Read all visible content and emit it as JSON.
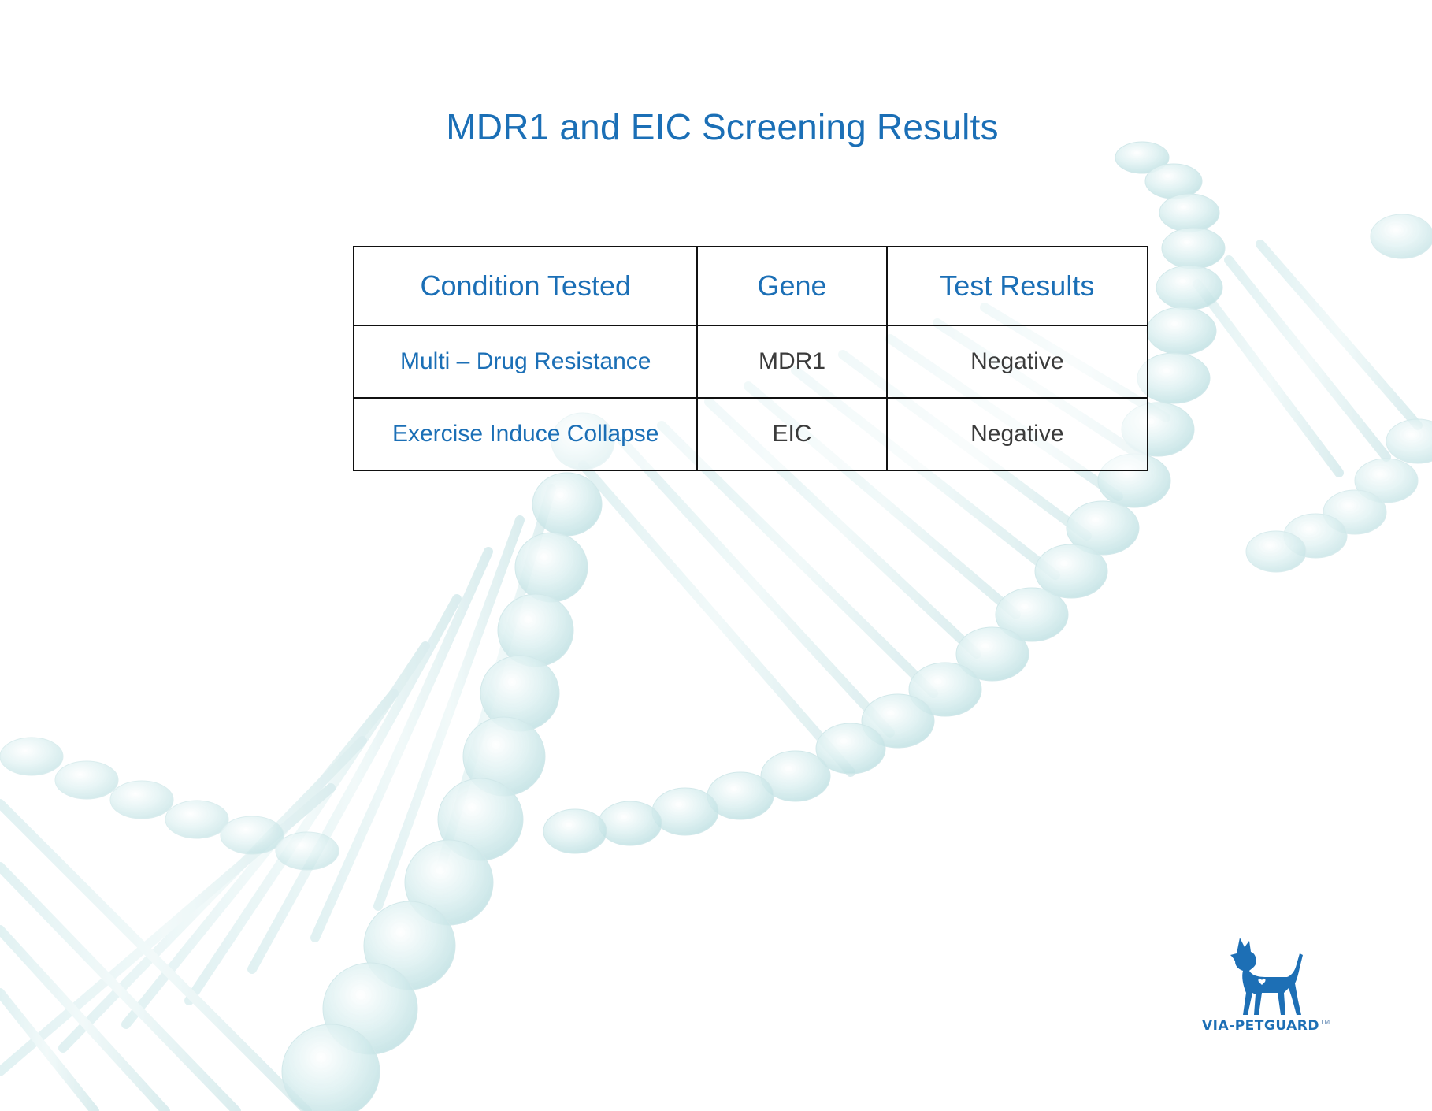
{
  "title": "MDR1 and EIC Screening Results",
  "table": {
    "headers": [
      "Condition Tested",
      "Gene",
      "Test Results"
    ],
    "rows": [
      [
        "Multi – Drug Resistance",
        "MDR1",
        "Negative"
      ],
      [
        "Exercise Induce Collapse",
        "EIC",
        "Negative"
      ]
    ]
  },
  "logo": {
    "text": "VIA-PETGUARD",
    "trademark": "TM",
    "color": "#1d6fb5"
  },
  "colors": {
    "accent": "#1b6fb6",
    "body_text": "#3b3b3b",
    "dna_tint": "#bfe3e6"
  },
  "icons": {
    "background": "dna-helix-icon",
    "logo": "dog-silhouette-icon"
  }
}
